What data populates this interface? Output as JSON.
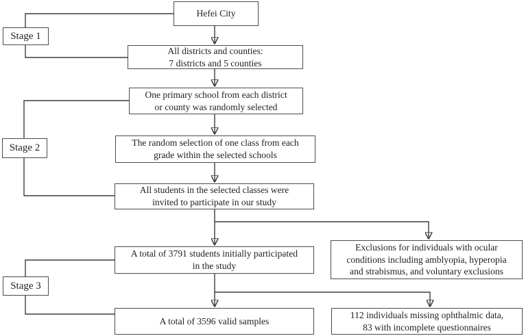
{
  "diagram": {
    "type": "flowchart",
    "colors": {
      "background": "#ffffff",
      "box_border": "#4a4a4a",
      "line": "#3c3c3c",
      "text": "#1f1f1f"
    },
    "stages": [
      {
        "label": "Stage 1"
      },
      {
        "label": "Stage 2"
      },
      {
        "label": "Stage 3"
      }
    ],
    "nodes": {
      "hefei": "Hefei City",
      "districts": "All districts and counties:\n7 districts and 5 counties",
      "school": "One primary school from each district\nor county was randomly selected",
      "class": "The random selection of one class from each\ngrade within the selected schools",
      "students": "All students in the selected classes were\ninvited to participate in our study",
      "total3791": "A total of 3791 students initially participated\nin the study",
      "exclusions": "Exclusions for individuals with ocular\nconditions including amblyopia, hyperopia\nand strabismus, and voluntary exclusions",
      "valid3596": "A total of 3596 valid samples",
      "missing112": "112 individuals missing ophthalmic data,\n83 with incomplete questionnaires"
    }
  }
}
